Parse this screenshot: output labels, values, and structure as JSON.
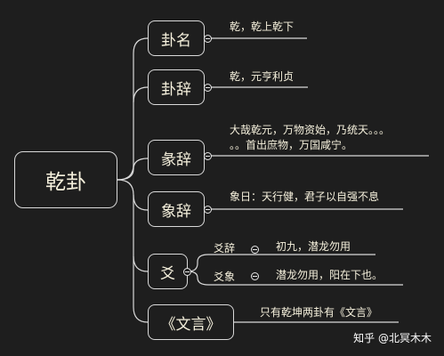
{
  "root": {
    "label": "乾卦"
  },
  "branches": [
    {
      "label": "卦名",
      "text": "乾，乾上乾下"
    },
    {
      "label": "卦辞",
      "text": "乾，元亨利贞"
    },
    {
      "label": "彖辞",
      "text_line1": "大哉乾元，万物资始，乃统天。。。",
      "text_line2": "。。首出庶物，万国咸宁。"
    },
    {
      "label": "象辞",
      "text": "象日：天行健，君子以自强不息"
    },
    {
      "label": "爻",
      "children": [
        {
          "label": "爻辞",
          "text": "初九，潜龙勿用"
        },
        {
          "label": "爻象",
          "text": "潜龙勿用，阳在下也。"
        }
      ]
    },
    {
      "label": "《文言》",
      "text": "只有乾坤两卦有《文言》"
    }
  ],
  "watermark": "知乎 @北冥木木"
}
